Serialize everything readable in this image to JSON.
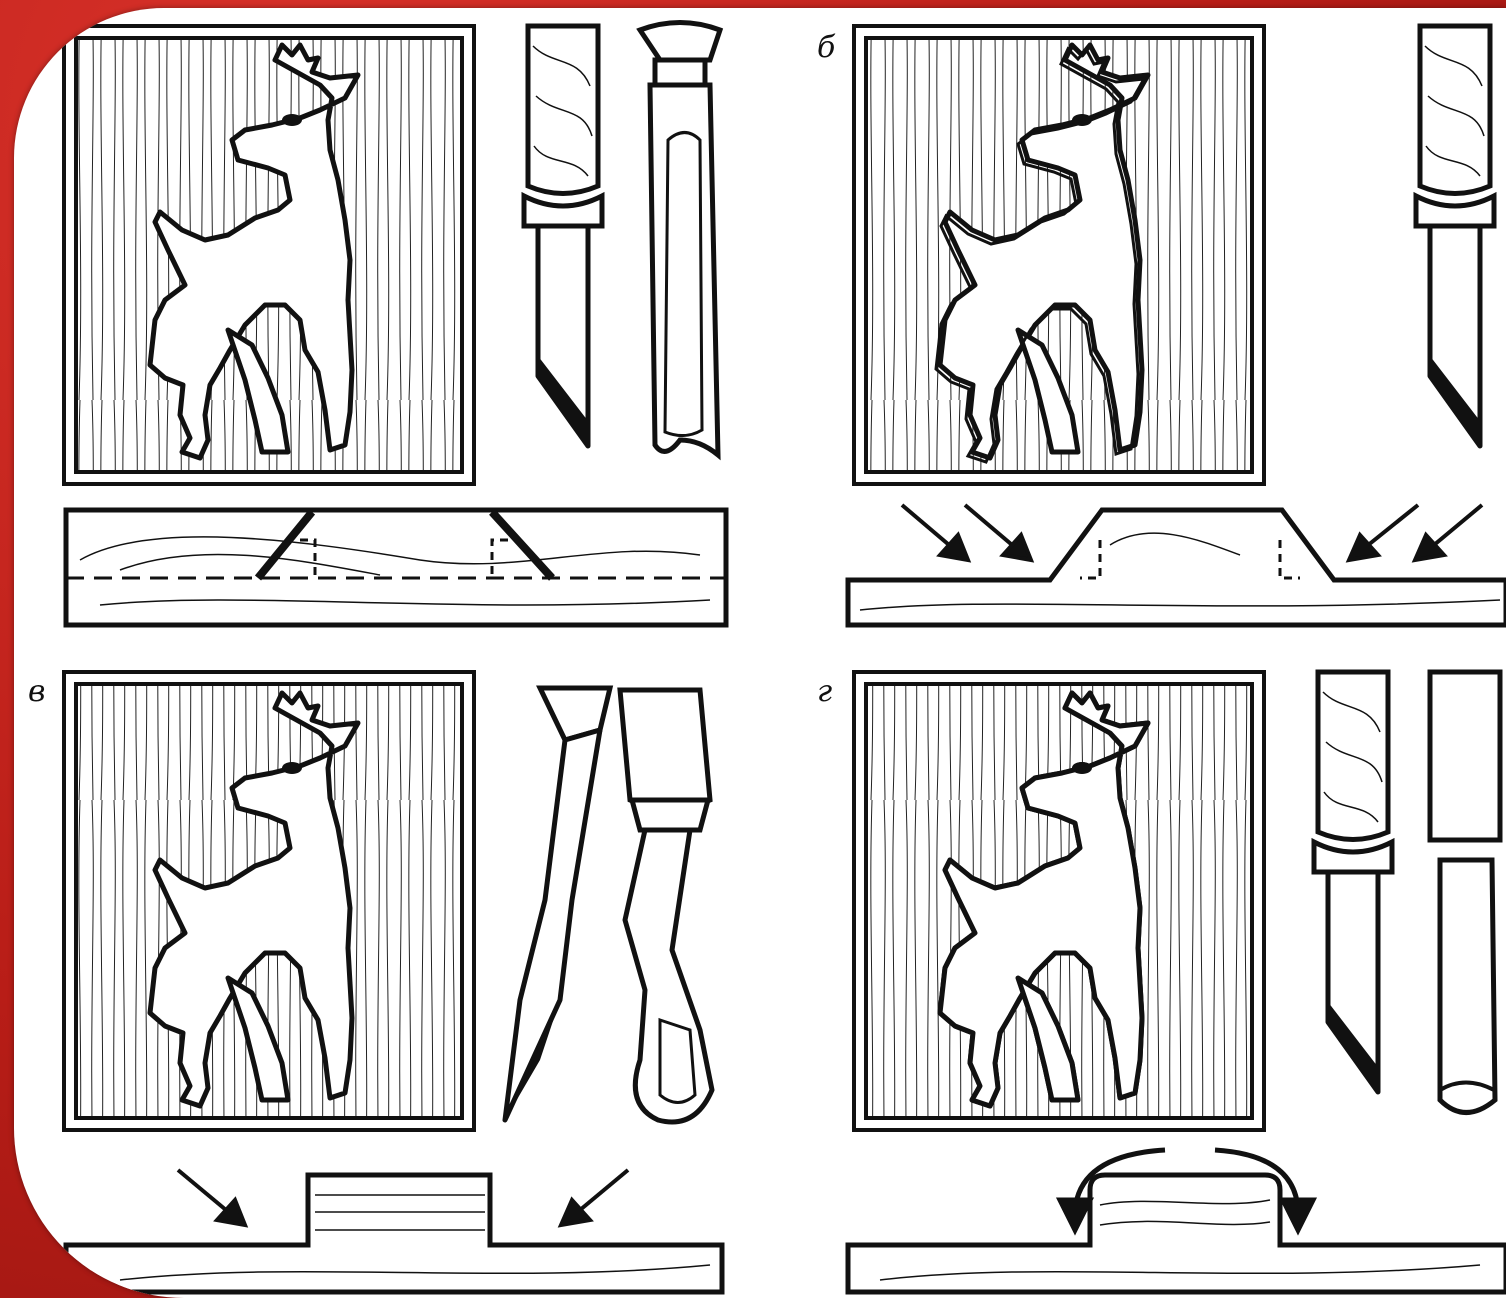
{
  "panels": [
    {
      "id": "a",
      "label": ""
    },
    {
      "id": "b",
      "label": "б"
    },
    {
      "id": "c",
      "label": "в"
    },
    {
      "id": "d",
      "label": "г"
    }
  ],
  "colors": {
    "frame": "#c4221b",
    "ink": "#111111",
    "paper": "#ffffff"
  },
  "icons": [
    "deer-outline",
    "knife-tool",
    "gouge-tool",
    "arrow",
    "wood-section"
  ]
}
